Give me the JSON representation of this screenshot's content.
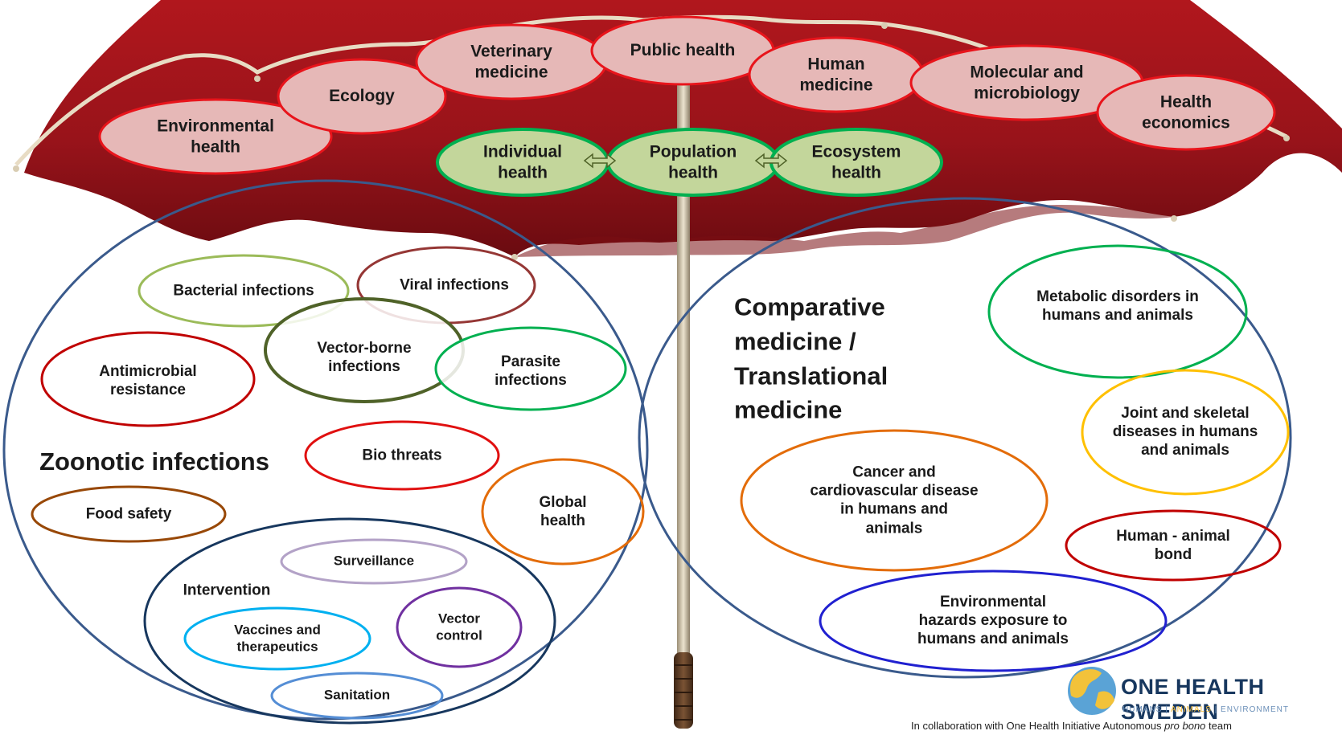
{
  "disciplines": [
    {
      "id": "environmental-health",
      "text": "Environmental\nhealth"
    },
    {
      "id": "ecology",
      "text": "Ecology"
    },
    {
      "id": "veterinary-medicine",
      "text": "Veterinary\nmedicine"
    },
    {
      "id": "public-health",
      "text": "Public health"
    },
    {
      "id": "human-medicine",
      "text": "Human\nmedicine"
    },
    {
      "id": "molecular-microbiology",
      "text": "Molecular and\nmicrobiology"
    },
    {
      "id": "health-economics",
      "text": "Health\neconomics"
    }
  ],
  "health_levels": [
    {
      "id": "individual-health",
      "text": "Individual\nhealth"
    },
    {
      "id": "population-health",
      "text": "Population\nhealth"
    },
    {
      "id": "ecosystem-health",
      "text": "Ecosystem\nhealth"
    }
  ],
  "left_group": {
    "title": "Zoonotic infections",
    "items": [
      {
        "id": "bacterial-infections",
        "text": "Bacterial  infections",
        "color": "#9bbb59"
      },
      {
        "id": "viral-infections",
        "text": "Viral infections",
        "color": "#953735"
      },
      {
        "id": "vector-borne-infections",
        "text": "Vector-borne\ninfections",
        "color": "#4f6228"
      },
      {
        "id": "antimicrobial-resistance",
        "text": "Antimicrobial\nresistance",
        "color": "#c00000"
      },
      {
        "id": "parasite-infections",
        "text": "Parasite\ninfections",
        "color": "#00b050"
      },
      {
        "id": "bio-threats",
        "text": "Bio threats",
        "color": "#e01010"
      },
      {
        "id": "food-safety",
        "text": "Food safety",
        "color": "#984807"
      },
      {
        "id": "global-health",
        "text": "Global\nhealth",
        "color": "#e36c09"
      }
    ],
    "intervention": {
      "title": "Intervention",
      "items": [
        {
          "id": "surveillance",
          "text": "Surveillance",
          "color": "#b3a2c7"
        },
        {
          "id": "vaccines-therapeutics",
          "text": "Vaccines and\ntherapeutics",
          "color": "#00b0f0"
        },
        {
          "id": "vector-control",
          "text": "Vector\ncontrol",
          "color": "#7030a0"
        },
        {
          "id": "sanitation",
          "text": "Sanitation",
          "color": "#558ed5"
        }
      ]
    }
  },
  "right_group": {
    "title": "Comparative\nmedicine /\nTranslational\nmedicine",
    "items": [
      {
        "id": "metabolic-disorders",
        "text": "Metabolic disorders in\nhumans and animals",
        "color": "#00b050"
      },
      {
        "id": "joint-skeletal-diseases",
        "text": "Joint and skeletal\ndiseases in humans\nand animals",
        "color": "#ffc000"
      },
      {
        "id": "cancer-cardiovascular",
        "text": "Cancer and\ncardiovascular disease\nin humans and\nanimals",
        "color": "#e36c09"
      },
      {
        "id": "human-animal-bond",
        "text": "Human - animal\nbond",
        "color": "#c00000"
      },
      {
        "id": "environmental-hazards",
        "text": "Environmental\nhazards exposure to\nhumans and animals",
        "color": "#2020d0"
      }
    ]
  },
  "logo": {
    "name": "ONE HEALTH SWEDEN",
    "tagline_humans": "HUMANS",
    "tagline_animals": "ANIMALS",
    "tagline_environment": "ENVIRONMENT",
    "separator": "|"
  },
  "footer": {
    "collab_prefix": "In collaboration with One Health Initiative Autonomous ",
    "collab_italic": "pro bono",
    "collab_suffix": " team"
  },
  "colors": {
    "umbrella": "#9b1419",
    "umbrella_dark": "#6d0c10",
    "discipline_fill": "#e6b8b7",
    "discipline_stroke": "#e8141b",
    "health_fill": "#c3d69b",
    "health_stroke": "#00b050",
    "group_circle": "#3a5a8c",
    "shaft": "#c8b99a",
    "handle": "#5a3a22"
  }
}
